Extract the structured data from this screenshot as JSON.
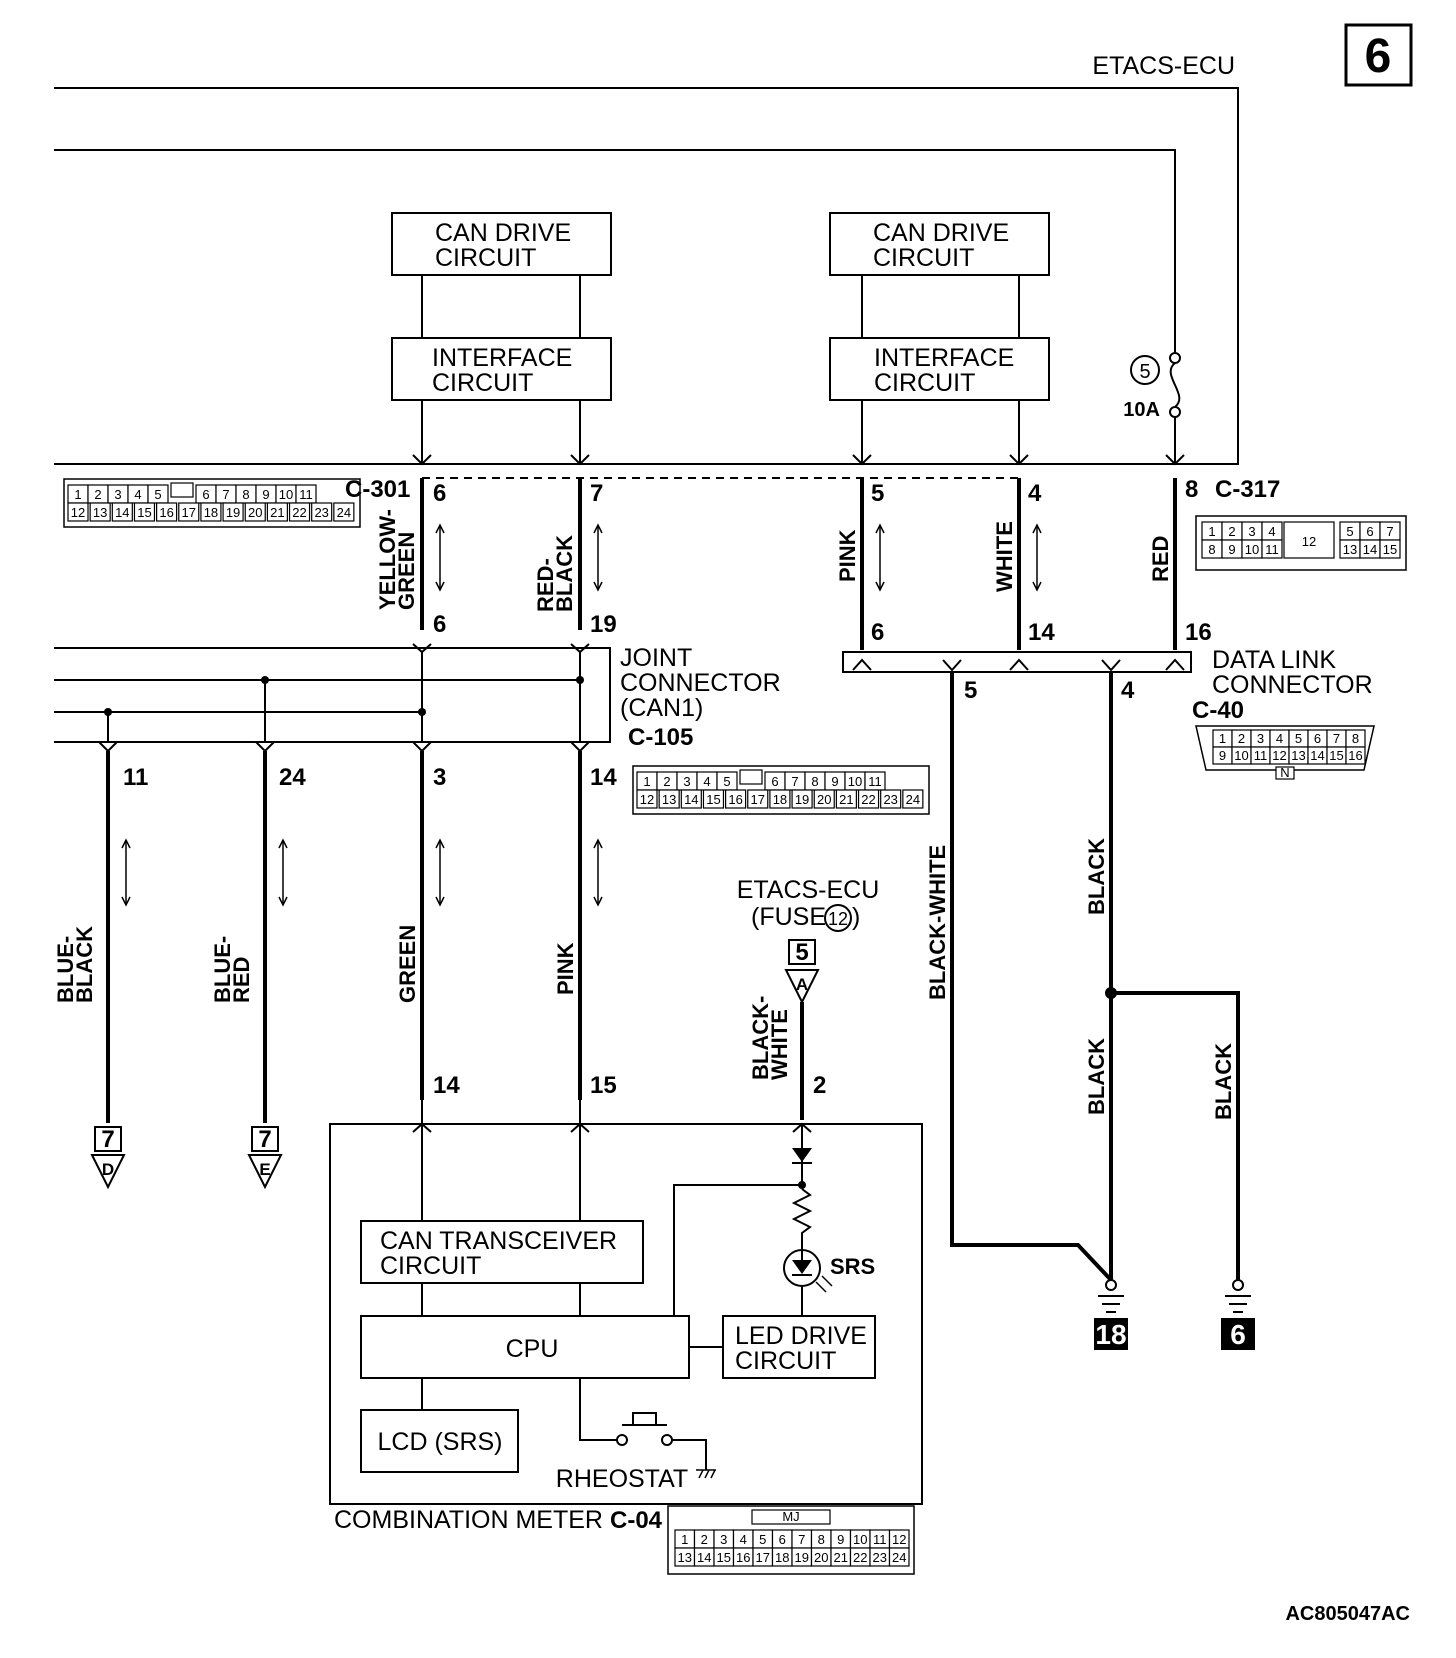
{
  "page_number": "6",
  "etacs_ecu_title": "ETACS-ECU",
  "can_drive_circuit": "CAN DRIVE\nCIRCUIT",
  "can_drive_1": [
    "CAN DRIVE",
    "CIRCUIT"
  ],
  "can_drive_2": [
    "CAN DRIVE",
    "CIRCUIT"
  ],
  "interface_1": [
    "INTERFACE",
    "CIRCUIT"
  ],
  "interface_2": [
    "INTERFACE",
    "CIRCUIT"
  ],
  "fuse": {
    "number": "5",
    "rating": "10A"
  },
  "connectors": {
    "c301": {
      "id": "C-301",
      "row1": [
        "1",
        "2",
        "3",
        "4",
        "5",
        "6",
        "7",
        "8",
        "9",
        "10",
        "11"
      ],
      "row2": [
        "12",
        "13",
        "14",
        "15",
        "16",
        "17",
        "18",
        "19",
        "20",
        "21",
        "22",
        "23",
        "24"
      ]
    },
    "c317": {
      "id": "C-317",
      "row1": [
        "1",
        "2",
        "3",
        "4",
        "5",
        "6",
        "7"
      ],
      "mid": "12",
      "row2": [
        "8",
        "9",
        "10",
        "11",
        "13",
        "14",
        "15"
      ]
    },
    "c105": {
      "id": "C-105",
      "row1": [
        "1",
        "2",
        "3",
        "4",
        "5",
        "6",
        "7",
        "8",
        "9",
        "10",
        "11"
      ],
      "row2": [
        "12",
        "13",
        "14",
        "15",
        "16",
        "17",
        "18",
        "19",
        "20",
        "21",
        "22",
        "23",
        "24"
      ]
    },
    "c40": {
      "id": "C-40",
      "row1": [
        "1",
        "2",
        "3",
        "4",
        "5",
        "6",
        "7",
        "8"
      ],
      "row2": [
        "9",
        "10",
        "11",
        "12",
        "13",
        "14",
        "15",
        "16"
      ],
      "tab": "N"
    },
    "c04": {
      "id": "C-04",
      "tab": "MJ",
      "row1": [
        "1",
        "2",
        "3",
        "4",
        "5",
        "6",
        "7",
        "8",
        "9",
        "10",
        "11",
        "12"
      ],
      "row2": [
        "13",
        "14",
        "15",
        "16",
        "17",
        "18",
        "19",
        "20",
        "21",
        "22",
        "23",
        "24"
      ]
    }
  },
  "joint_connector": [
    "JOINT",
    "CONNECTOR",
    "(CAN1)"
  ],
  "data_link_connector": [
    "DATA LINK",
    "CONNECTOR"
  ],
  "pins_top": {
    "p6": "6",
    "p7": "7",
    "p5": "5",
    "p4": "4",
    "p8": "8"
  },
  "pins_mid": {
    "p6": "6",
    "p19": "19",
    "p6b": "6",
    "p14": "14",
    "p16": "16"
  },
  "pins_dlc": {
    "p5": "5",
    "p4": "4"
  },
  "pins_low": {
    "p11": "11",
    "p24": "24",
    "p3": "3",
    "p14": "14"
  },
  "pins_meter": {
    "p14": "14",
    "p15": "15",
    "p2": "2"
  },
  "wires": {
    "yellow_green": [
      "YELLOW-",
      "GREEN"
    ],
    "red_black": [
      "RED-",
      "BLACK"
    ],
    "pink_top": "PINK",
    "white_top": "WHITE",
    "red": "RED",
    "blue_black": [
      "BLUE-",
      "BLACK"
    ],
    "blue_red": [
      "BLUE-",
      "RED"
    ],
    "green": "GREEN",
    "pink_low": "PINK",
    "black_white_meter": [
      "BLACK-",
      "WHITE"
    ],
    "black_white_long": "BLACK-WHITE",
    "black_1": "BLACK",
    "black_2": "BLACK",
    "black_3": "BLACK"
  },
  "etacs_fuse_ref": {
    "title": "ETACS-ECU",
    "fuse_label": "(FUSE",
    "fuse_num": "12",
    "fuse_close": ")",
    "ref_num": "5",
    "ref_letter": "A"
  },
  "off_page_refs": {
    "d": {
      "num": "7",
      "letter": "D"
    },
    "e": {
      "num": "7",
      "letter": "E"
    }
  },
  "grounds": {
    "g18": "18",
    "g6": "6"
  },
  "meter_blocks": {
    "can_transceiver": [
      "CAN TRANSCEIVER",
      "CIRCUIT"
    ],
    "cpu": "CPU",
    "led_drive": [
      "LED DRIVE",
      "CIRCUIT"
    ],
    "lcd": "LCD (SRS)",
    "rheostat": "RHEOSTAT",
    "srs": "SRS"
  },
  "combination_meter": "COMBINATION METER",
  "drawing_code": "AC805047AC"
}
